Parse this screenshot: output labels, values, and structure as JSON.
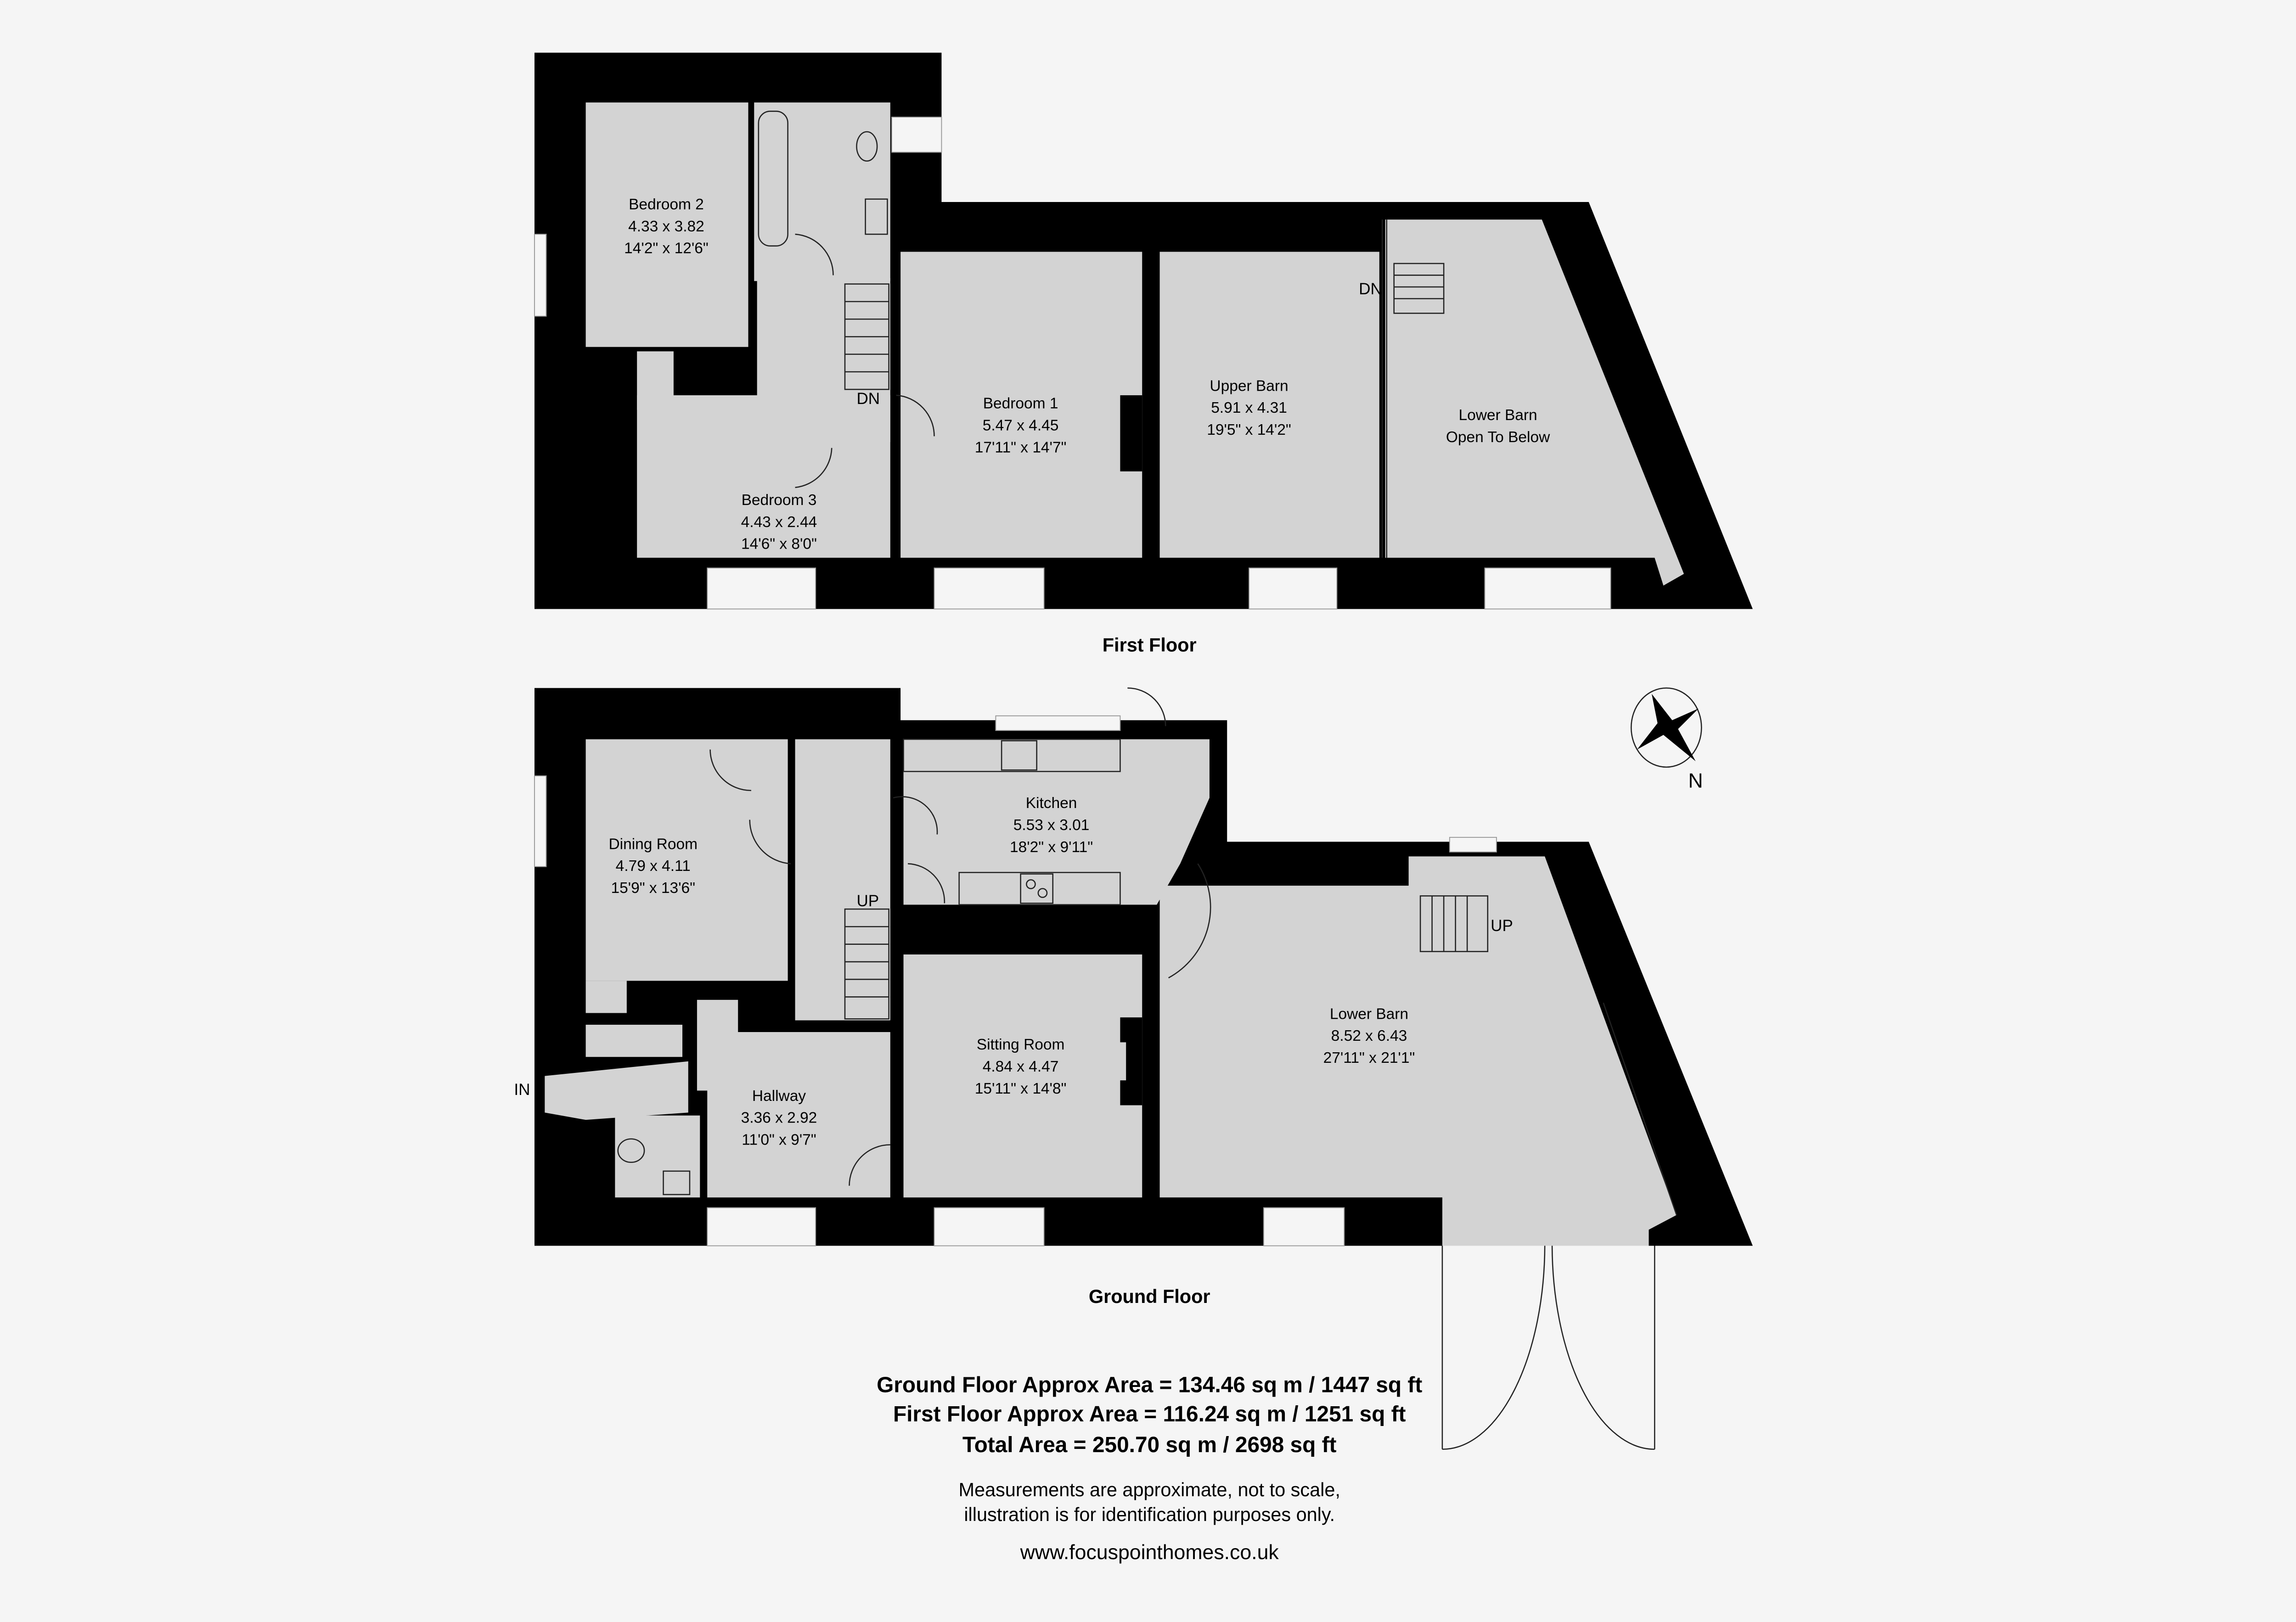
{
  "first_floor": {
    "title": "First Floor",
    "rooms": [
      {
        "name": "Bedroom 2",
        "metric": "4.33 x 3.82",
        "imperial": "14'2\" x 12'6\""
      },
      {
        "name": "Bedroom 1",
        "metric": "5.47 x 4.45",
        "imperial": "17'11\" x 14'7\""
      },
      {
        "name": "Upper Barn",
        "metric": "5.91 x 4.31",
        "imperial": "19'5\" x 14'2\""
      },
      {
        "name": "Bedroom 3",
        "metric": "4.43 x 2.44",
        "imperial": "14'6\" x 8'0\""
      }
    ],
    "lower_barn": {
      "line1": "Lower Barn",
      "line2": "Open To Below"
    },
    "stairs_labels": [
      "DN",
      "DN"
    ]
  },
  "ground_floor": {
    "title": "Ground Floor",
    "rooms": [
      {
        "name": "Dining Room",
        "metric": "4.79 x 4.11",
        "imperial": "15'9\" x 13'6\""
      },
      {
        "name": "Kitchen",
        "metric": "5.53 x 3.01",
        "imperial": "18'2\" x 9'11\""
      },
      {
        "name": "Sitting Room",
        "metric": "4.84 x 4.47",
        "imperial": "15'11\" x 14'8\""
      },
      {
        "name": "Hallway",
        "metric": "3.36 x 2.92",
        "imperial": "11'0\" x 9'7\""
      },
      {
        "name": "Lower Barn",
        "metric": "8.52 x 6.43",
        "imperial": "27'11\" x 21'1\""
      }
    ],
    "stairs_labels": [
      "UP",
      "UP"
    ],
    "entrance_label": "IN"
  },
  "compass": {
    "label": "N",
    "icon": "compass-rose-icon"
  },
  "areas": {
    "ground": "Ground Floor Approx Area = 134.46 sq m / 1447 sq ft",
    "first": "First Floor Approx Area =  116.24 sq m / 1251 sq ft",
    "total": "Total Area = 250.70 sq m / 2698 sq ft"
  },
  "disclaimer": {
    "line1": "Measurements are approximate, not to scale,",
    "line2": "illustration is for identification purposes only."
  },
  "website": "www.focuspointhomes.co.uk",
  "colors": {
    "wall": "#000000",
    "room": "#d3d3d3",
    "background": "#f5f5f5"
  }
}
